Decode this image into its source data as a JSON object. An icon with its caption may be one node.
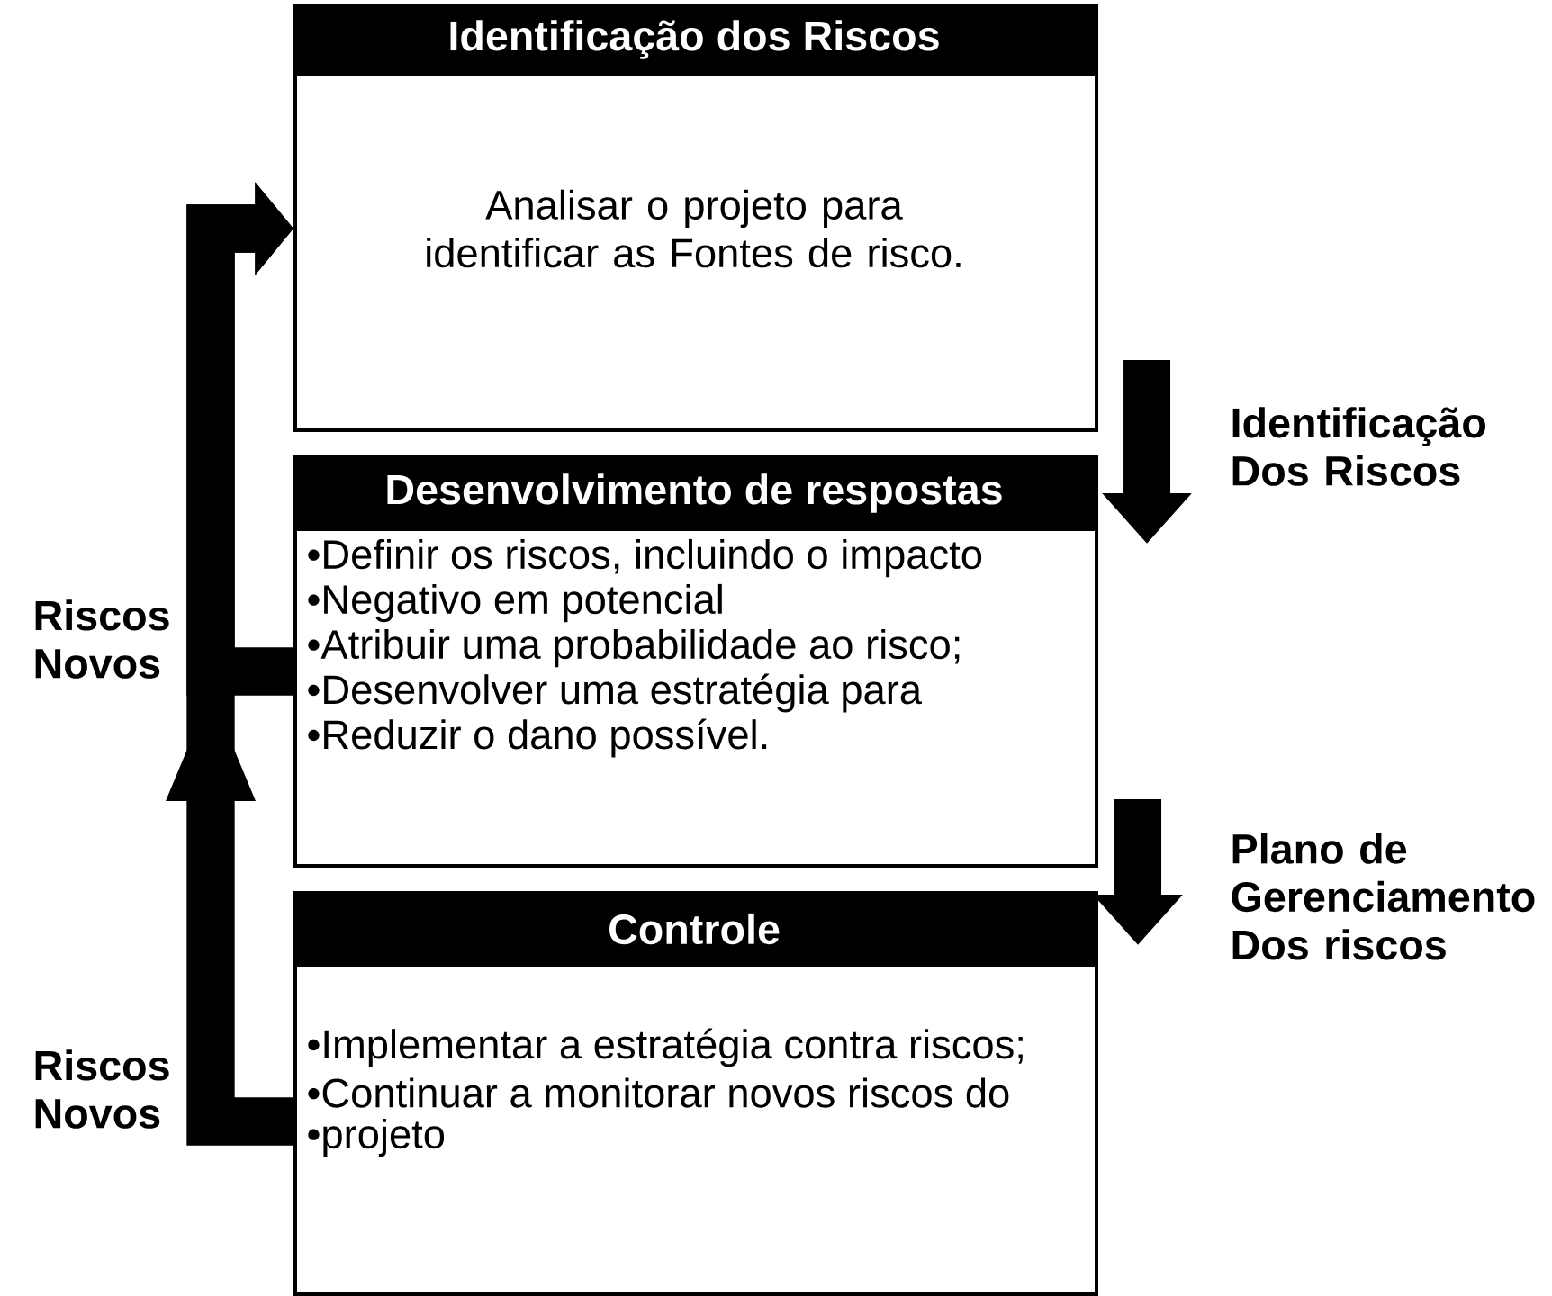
{
  "diagram": {
    "nodes": [
      {
        "text": [
          "Identificação dos Riscos",
          "Analisar o projeto para identificar as Fontes de risco."
        ]
      },
      {
        "text": [
          "Desenvolvimento de respostas",
          "•Definir os riscos, incluindo o impacto",
          "•Negativo em potencial",
          "•Atribuir uma probabilidade ao risco;",
          "•Desenvolver uma estratégia para",
          "•Reduzir o dano possível."
        ]
      },
      {
        "text": [
          "Controle",
          "•Implementar a estratégia contra riscos;",
          "•Continuar a monitorar novos riscos do",
          "•projeto"
        ]
      }
    ],
    "edges": [
      {
        "from": 1,
        "to": 0,
        "arrow": "to",
        "label": "Riscos Novos"
      },
      {
        "from": 2,
        "to": 0,
        "arrow": "to",
        "label": "Riscos Novos"
      },
      {
        "from": 0,
        "to": 1,
        "arrow": "to",
        "label": "Identificação Dos Riscos"
      },
      {
        "from": 1,
        "to": 2,
        "arrow": "to",
        "label": "Plano de Gerenciamento Dos riscos"
      }
    ]
  }
}
